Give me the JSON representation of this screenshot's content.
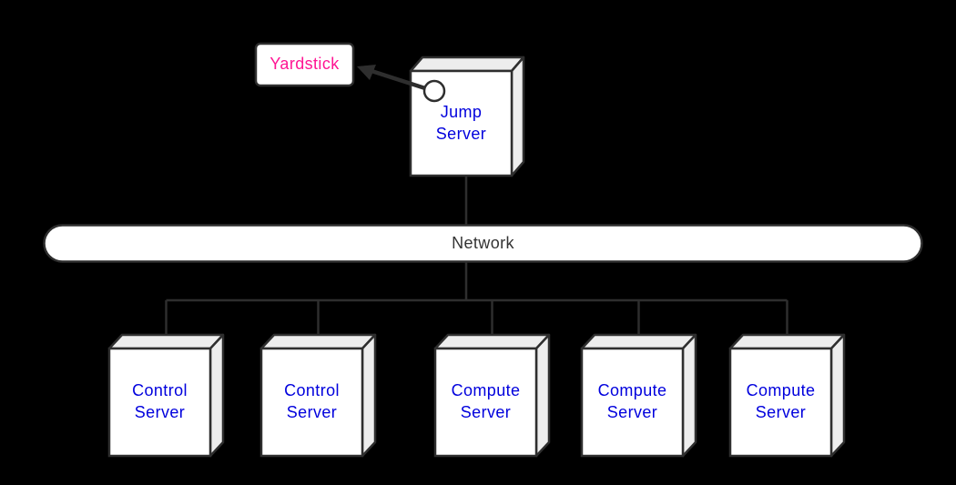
{
  "colors": {
    "background": "#000000",
    "box_fill": "#ffffff",
    "face_shade": "#ededed",
    "stroke": "#2e2e2e",
    "label_blue": "#0000dd",
    "yardstick_pink": "#ff1493",
    "network_text": "#333333"
  },
  "nodes": {
    "yardstick": {
      "label": "Yardstick"
    },
    "jump_server": {
      "label": "Jump Server"
    },
    "network": {
      "label": "Network"
    },
    "servers": [
      {
        "label": "Control Server"
      },
      {
        "label": "Control Server"
      },
      {
        "label": "Compute Server"
      },
      {
        "label": "Compute Server"
      },
      {
        "label": "Compute Server"
      }
    ]
  }
}
